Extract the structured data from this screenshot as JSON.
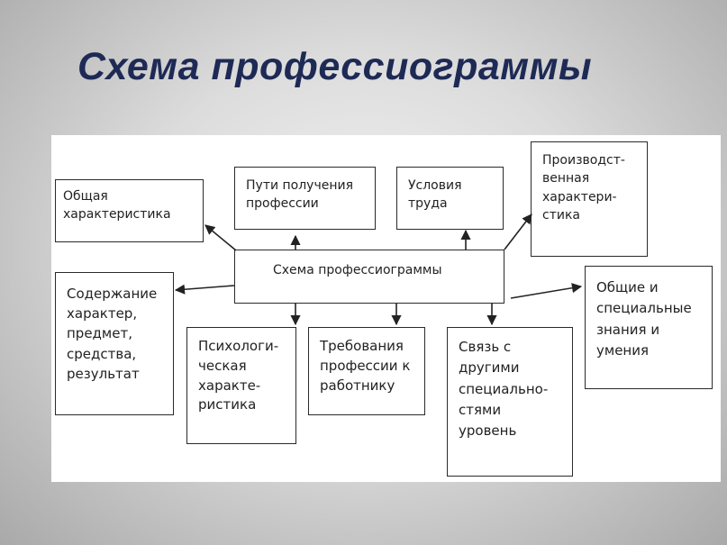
{
  "title": "Схема профессиограммы",
  "nodes": {
    "center": "Схема профессиограммы",
    "general": "Общая\nхарактеристика",
    "paths": "Пути получения\nпрофессии",
    "conditions": "Условия\nтруда",
    "production": "Производст-\nвенная\nхарактери-\nстика",
    "content": "Содержание\nхарактер,\nпредмет,\nсредства,\nрезультат",
    "psych": "Психологи-\nческая\nхаракте-\nристика",
    "requirements": "Требования\nпрофессии к\nработнику",
    "relations": "Связь с\nдругими\nспециально-\nстями\nуровень",
    "knowledge": "Общие и\nспециальные\nзнания и\nумения"
  }
}
